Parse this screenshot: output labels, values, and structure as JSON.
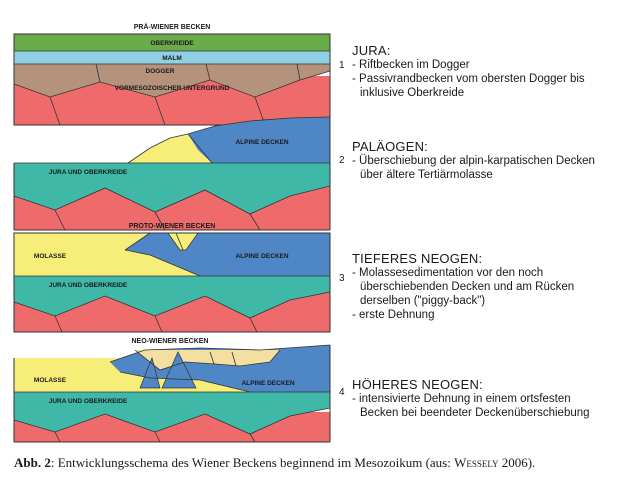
{
  "colors": {
    "oberkreide": "#6aab4a",
    "malm": "#8fd0e4",
    "dogger": "#b4927b",
    "untergrund": "#ef6b6b",
    "jura": "#3fb8a8",
    "alpine": "#4f86c6",
    "molasse": "#f6ee78",
    "basin": "#f3dfa0"
  },
  "panels": [
    {
      "top_label": "PRÄ-WIENER BECKEN",
      "layers": [
        "OBERKREIDE",
        "MALM",
        "DOGGER",
        "VORMESOZOISCHER UNTERGRUND"
      ],
      "number": "1",
      "title": "JURA:",
      "lines": [
        "- Riftbecken im Dogger",
        "- Passivrandbecken vom obersten Dogger bis",
        "  inklusive Oberkreide"
      ]
    },
    {
      "labels": [
        "ALPINE DECKEN",
        "JURA UND OBERKREIDE"
      ],
      "number": "2",
      "title": "PALÄOGEN:",
      "lines": [
        "- Überschiebung der alpin-karpatischen Decken",
        "  über ältere Tertiärmolasse"
      ]
    },
    {
      "top_label": "PROTO-WIENER BECKEN",
      "labels": [
        "MOLASSE",
        "ALPINE DECKEN",
        "JURA UND OBERKREIDE"
      ],
      "number": "3",
      "title": "TIEFERES NEOGEN:",
      "lines": [
        "- Molassesedimentation vor den noch",
        "  überschiebenden Decken und am Rücken",
        "  derselben (\"piggy-back\")",
        "- erste Dehnung"
      ]
    },
    {
      "top_label": "NEO-WIENER BECKEN",
      "labels": [
        "MOLASSE",
        "ALPINE DECKEN",
        "JURA UND OBERKREIDE"
      ],
      "number": "4",
      "title": "HÖHERES NEOGEN:",
      "lines": [
        "- intensivierte Dehnung in einem ortsfesten",
        "  Becken bei beendeter Deckenüberschiebung"
      ]
    }
  ],
  "caption": {
    "prefix": "Abb. 2",
    "text": ": Entwicklungsschema des Wiener Beckens beginnend im Mesozoikum (aus: ",
    "author": "Wessely",
    "suffix": " 2006)."
  }
}
